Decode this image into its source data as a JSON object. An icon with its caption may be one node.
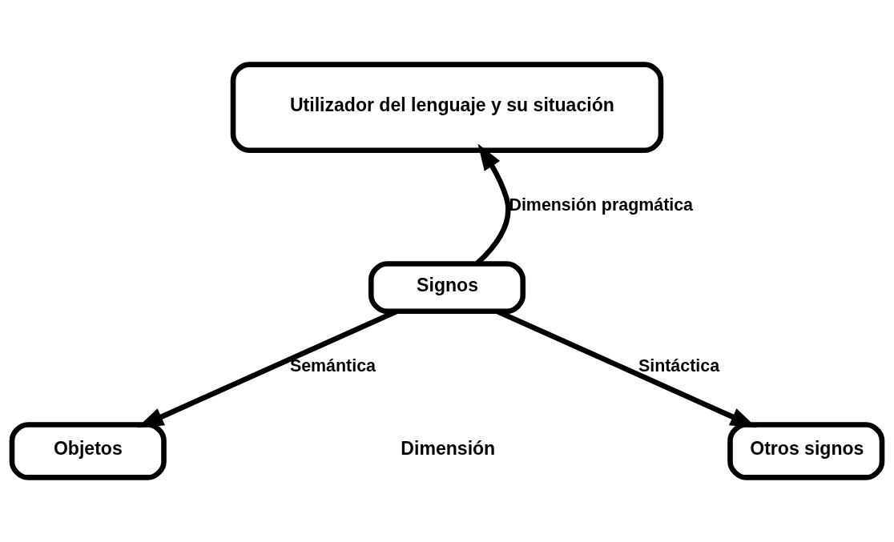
{
  "diagram": {
    "nodes": [
      {
        "text": [
          "Utilizador del lenguaje y su situación"
        ]
      },
      {
        "text": [
          "Signos"
        ]
      },
      {
        "text": [
          "Objetos"
        ]
      },
      {
        "text": [
          "Otros signos"
        ]
      }
    ],
    "edges": [
      {
        "from": 1,
        "to": 0,
        "arrow": "to",
        "label": "Dimensión pragmática"
      },
      {
        "from": 1,
        "to": 2,
        "arrow": "to",
        "label": "Semántica"
      },
      {
        "from": 1,
        "to": 3,
        "arrow": "to",
        "label": "Sintáctica"
      }
    ],
    "labels": [
      "Dimensión"
    ]
  }
}
